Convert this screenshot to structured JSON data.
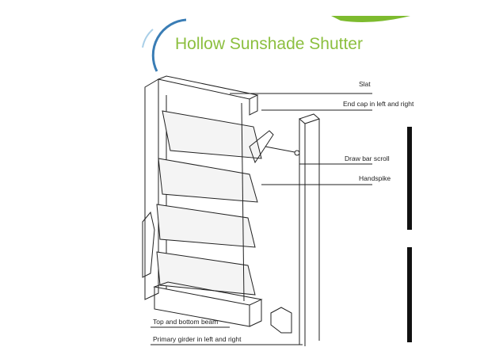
{
  "title": "Hollow Sunshade Shutter",
  "labels": {
    "slat": "Slat",
    "end_cap": "End cap in left and right",
    "draw_bar_scroll": "Draw bar scroll",
    "handspike": "Handspike",
    "top_bottom_beam": "Top and bottom beam",
    "primary_girder": "Primary girder in left and right"
  },
  "colors": {
    "title": "#8cbf3f",
    "arc": "#3a7db5",
    "accent_bar": "#7dbb2e"
  }
}
